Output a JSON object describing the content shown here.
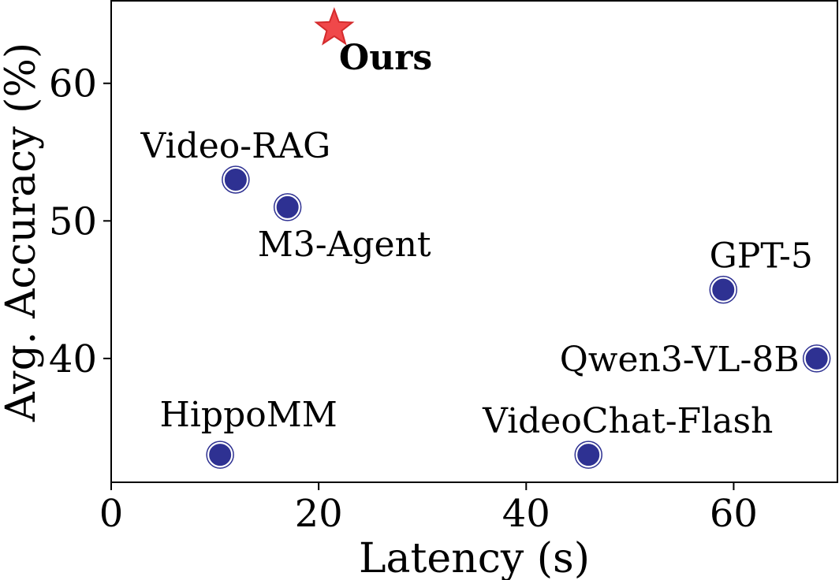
{
  "chart_data": {
    "type": "scatter",
    "title": "",
    "xlabel": "Latency (s)",
    "ylabel": "Avg. Accuracy (%)",
    "xlim": [
      0,
      70
    ],
    "ylim": [
      31,
      66
    ],
    "xticks": [
      0,
      20,
      40,
      60
    ],
    "yticks": [
      40,
      50,
      60
    ],
    "grid": false,
    "marker_color": "#2e3192",
    "highlight_color": "#f0484a",
    "points": [
      {
        "label": "Ours",
        "x": 21.5,
        "y": 64,
        "marker": "star",
        "bold": true
      },
      {
        "label": "Video-RAG",
        "x": 12,
        "y": 53,
        "marker": "circle",
        "bold": false
      },
      {
        "label": "M3-Agent",
        "x": 17,
        "y": 51,
        "marker": "circle",
        "bold": false
      },
      {
        "label": "GPT-5",
        "x": 59,
        "y": 45,
        "marker": "circle",
        "bold": false
      },
      {
        "label": "Qwen3-VL-8B",
        "x": 68,
        "y": 40,
        "marker": "circle",
        "bold": false
      },
      {
        "label": "HippoMM",
        "x": 10.5,
        "y": 33,
        "marker": "circle",
        "bold": false
      },
      {
        "label": "VideoChat-Flash",
        "x": 46,
        "y": 33,
        "marker": "circle",
        "bold": false
      }
    ]
  }
}
